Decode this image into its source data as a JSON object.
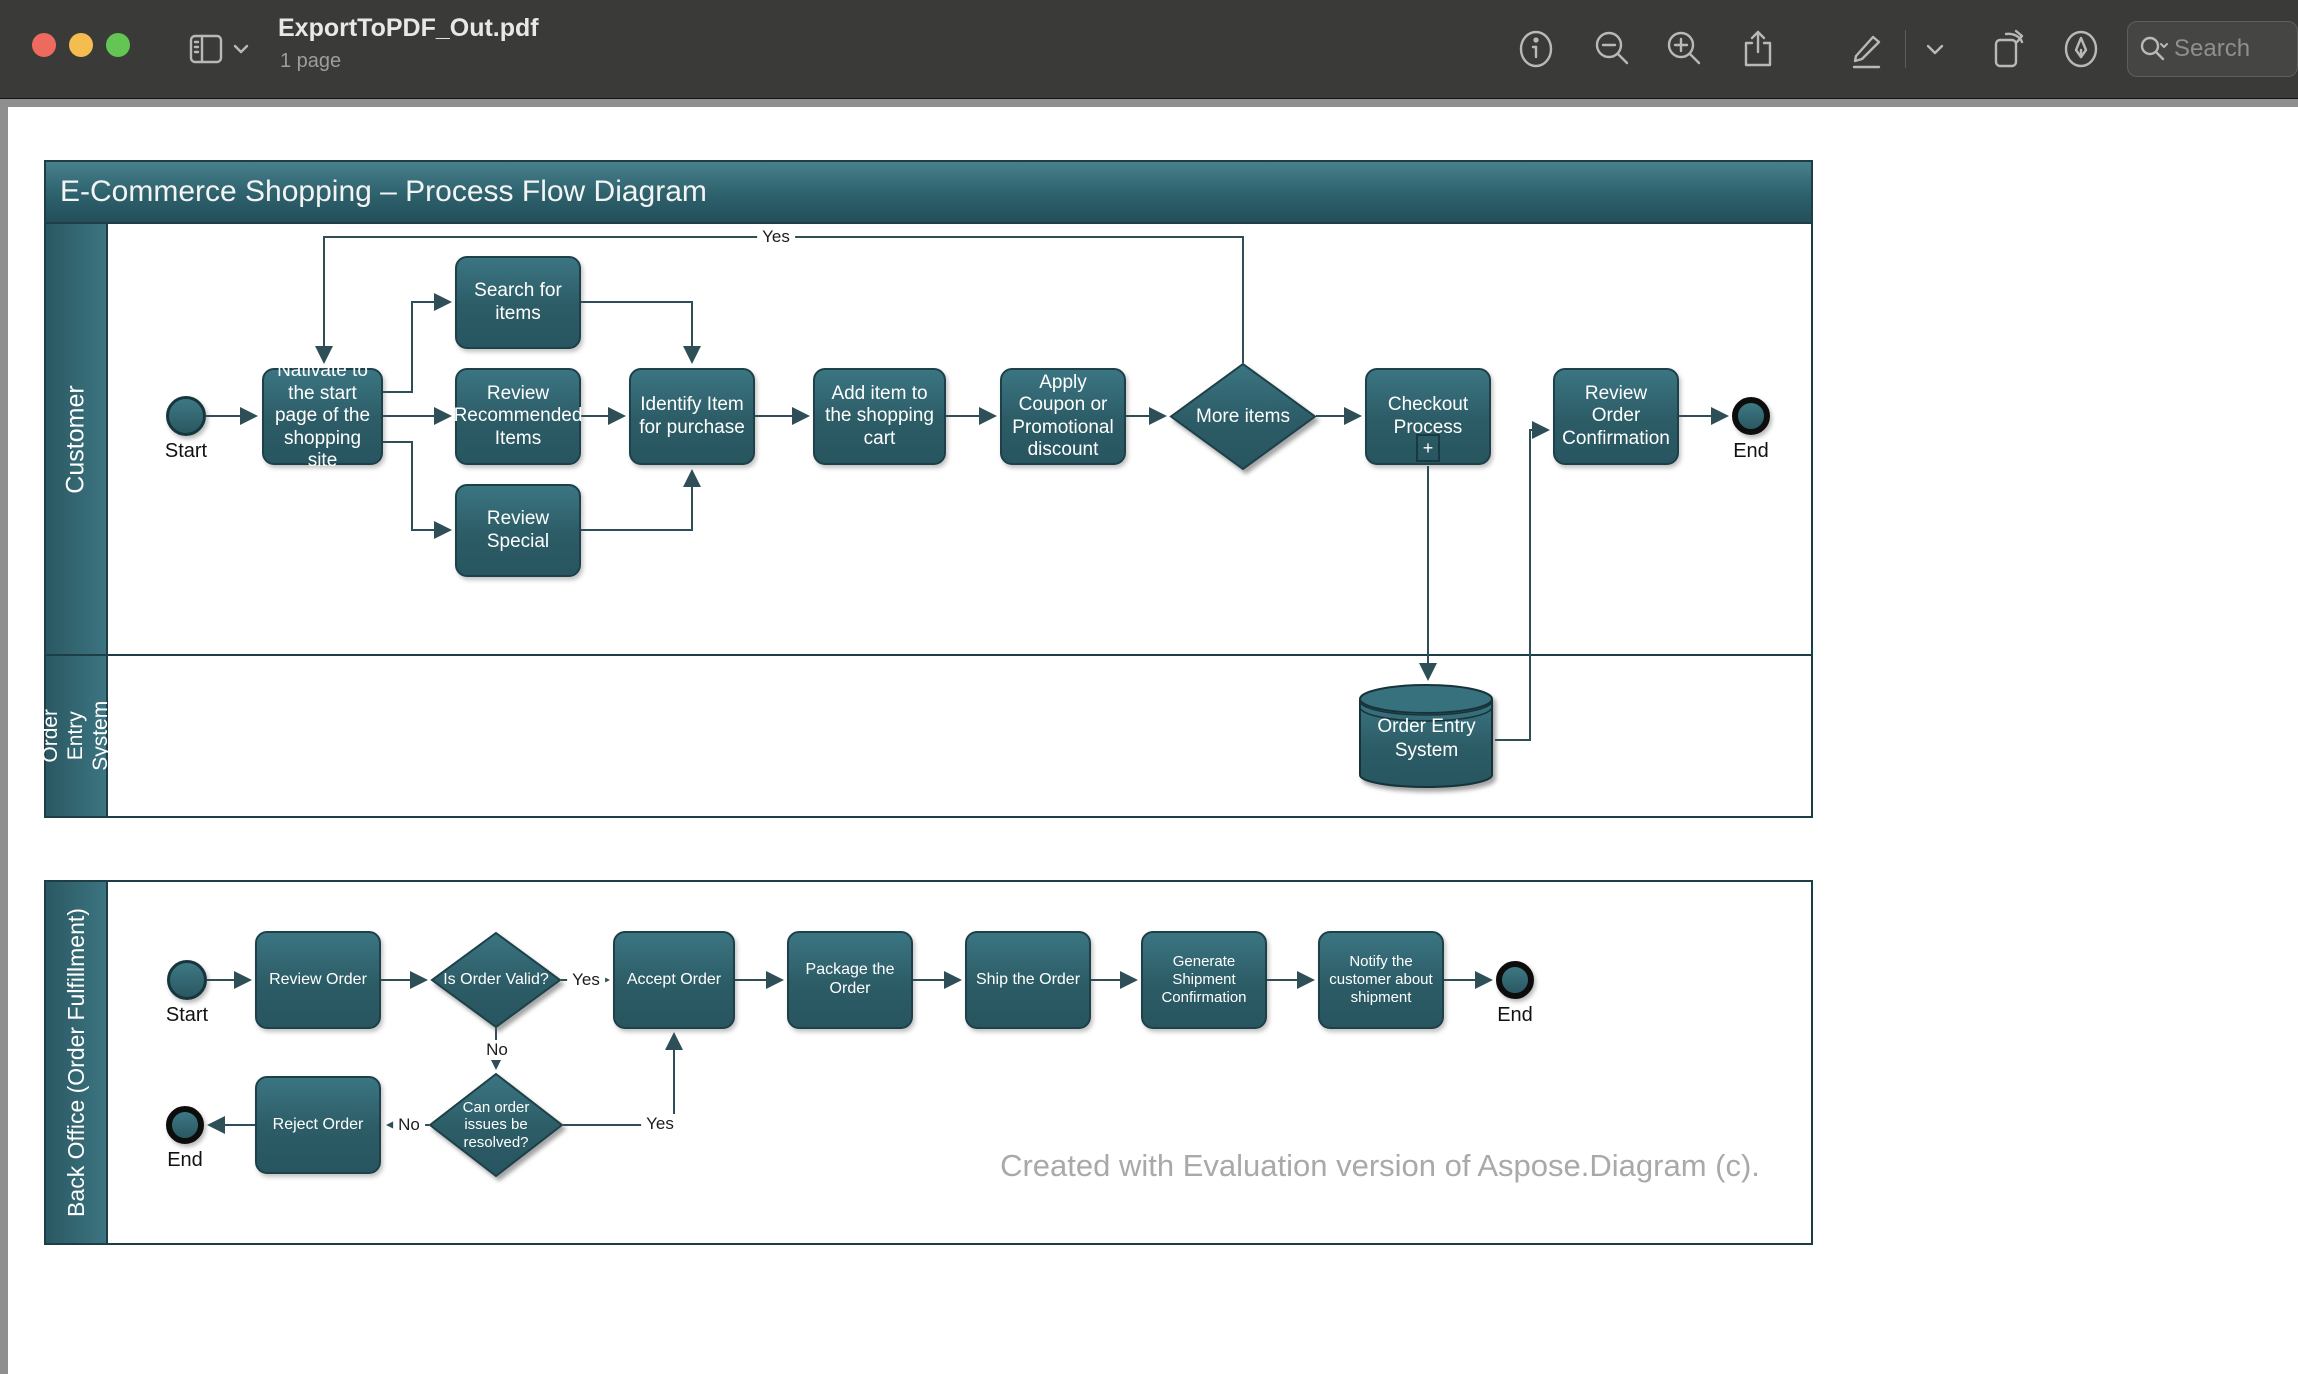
{
  "window": {
    "title": "ExportToPDF_Out.pdf",
    "subtitle": "1 page",
    "search_placeholder": "Search"
  },
  "toolbar_icons": [
    "sidebar-toggle",
    "info",
    "zoom-out",
    "zoom-in",
    "share",
    "markup-pencil",
    "chevron-down",
    "rotate",
    "pen",
    "search"
  ],
  "colors": {
    "toolbar_bg": "#3a3a38",
    "node_teal_top": "#3b7582",
    "node_teal_bottom": "#275560",
    "pool_border": "#1d3e46",
    "traffic_red": "#ee6a5f",
    "traffic_yellow": "#f5bd4f",
    "traffic_green": "#62c554"
  },
  "diagram": {
    "title": "E-Commerce Shopping – Process Flow Diagram",
    "lanes": {
      "customer": "Customer",
      "order_entry": "Order Entry System",
      "back_office": "Back Office (Order Fulfillment)"
    },
    "nodes": {
      "start1": "Start",
      "navigate": "Nativate to the start page of the shopping site",
      "search_items": "Search for items",
      "review_recommended": "Review Recommended Items",
      "review_special": "Review Special",
      "identify_item": "Identify Item for purchase",
      "add_item": "Add item to the shopping cart",
      "apply_coupon": "Apply Coupon or Promotional discount",
      "more_items": "More items",
      "checkout": "Checkout Process",
      "checkout_plus": "+",
      "review_confirmation": "Review Order Confirmation",
      "end1": "End",
      "order_entry_db": "Order Entry System",
      "start2": "Start",
      "review_order": "Review Order",
      "is_valid": "Is Order Valid?",
      "accept": "Accept Order",
      "package": "Package the Order",
      "ship": "Ship the Order",
      "generate": "Generate Shipment Confirmation",
      "notify": "Notify the customer about shipment",
      "end2": "End",
      "end3": "End",
      "reject": "Reject Order",
      "can_resolve": "Can order issues be resolved?"
    },
    "edge_labels": {
      "yes_loop": "Yes",
      "valid_yes": "Yes",
      "valid_no": "No",
      "resolve_no": "No",
      "resolve_yes": "Yes"
    }
  },
  "watermark": "Created with Evaluation version of Aspose.Diagram (c)."
}
